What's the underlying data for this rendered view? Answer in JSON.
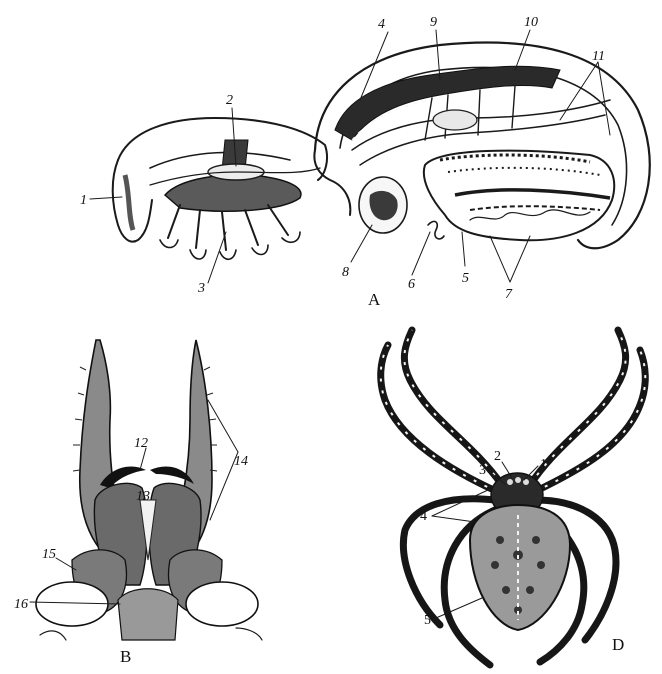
{
  "panels": {
    "A": {
      "title": "A",
      "labels": [
        "1",
        "2",
        "3",
        "4",
        "5",
        "6",
        "7",
        "8",
        "9",
        "10",
        "11"
      ]
    },
    "B": {
      "title": "B",
      "labels": [
        "12",
        "13",
        "14",
        "15",
        "16"
      ]
    },
    "D": {
      "title": "D",
      "labels": [
        "1",
        "2",
        "3",
        "4",
        "5"
      ]
    }
  }
}
